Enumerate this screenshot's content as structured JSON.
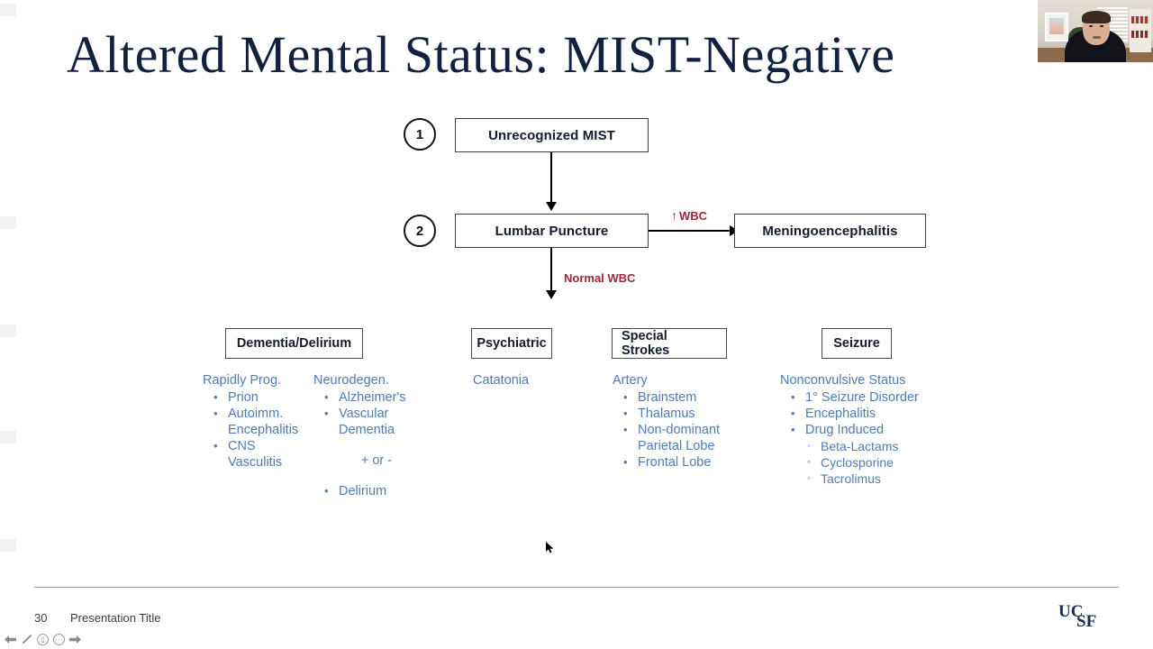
{
  "slide": {
    "title": "Altered Mental Status: MIST-Negative",
    "title_color": "#132040",
    "accent_blue": "#4f7cb3",
    "accent_red": "#9e2636"
  },
  "flow": {
    "steps": [
      {
        "number": "1",
        "label": "Unrecognized MIST"
      },
      {
        "number": "2",
        "label": "Lumbar Puncture"
      }
    ],
    "branch_node": "Meningoencephalitis",
    "edge_labels": {
      "elevated_wbc": "WBC",
      "elevated_wbc_arrow": "↑",
      "normal_wbc": "Normal WBC"
    }
  },
  "categories": [
    {
      "title": "Dementia/Delirium",
      "groups": [
        {
          "heading": "Rapidly Prog.",
          "items": [
            {
              "text": "Prion",
              "level": 1
            },
            {
              "text": "Autoimm.",
              "level": 1
            },
            {
              "text": "Encephalitis",
              "level": 1,
              "continuation": true
            },
            {
              "text": "CNS",
              "level": 1
            },
            {
              "text": "Vasculitis",
              "level": 1,
              "continuation": true
            }
          ]
        },
        {
          "heading": "Neurodegen.",
          "items": [
            {
              "text": "Alzheimer's",
              "level": 1
            },
            {
              "text": "Vascular",
              "level": 1
            },
            {
              "text": "Dementia",
              "level": 1,
              "continuation": true
            }
          ],
          "separator": "+ or -",
          "after": [
            {
              "text": "Delirium",
              "level": 1
            }
          ]
        }
      ]
    },
    {
      "title": "Psychiatric",
      "groups": [
        {
          "heading": "Catatonia",
          "items": []
        }
      ]
    },
    {
      "title": "Special Strokes",
      "groups": [
        {
          "heading": "Artery",
          "items": [
            {
              "text": "Brainstem",
              "level": 1
            },
            {
              "text": "Thalamus",
              "level": 1
            },
            {
              "text": "Non-dominant",
              "level": 1
            },
            {
              "text": "Parietal Lobe",
              "level": 1,
              "continuation": true
            },
            {
              "text": "Frontal Lobe",
              "level": 1
            }
          ]
        }
      ]
    },
    {
      "title": "Seizure",
      "groups": [
        {
          "heading": "Nonconvulsive Status",
          "items": [
            {
              "text": "1° Seizure Disorder",
              "level": 1
            },
            {
              "text": "Encephalitis",
              "level": 1
            },
            {
              "text": "Drug Induced",
              "level": 1
            },
            {
              "text": "Beta-Lactams",
              "level": 2
            },
            {
              "text": "Cyclosporine",
              "level": 2
            },
            {
              "text": "Tacrolimus",
              "level": 2
            }
          ]
        }
      ]
    }
  ],
  "footer": {
    "page_number": "30",
    "presentation_title": "Presentation Title",
    "logo": "UCSF"
  },
  "toolbar": {
    "items": [
      {
        "name": "previous-arrow-icon",
        "glyph": "◀"
      },
      {
        "name": "pen-icon",
        "glyph": "╱"
      },
      {
        "name": "screen-icon",
        "glyph": "▭"
      },
      {
        "name": "more-options-icon",
        "glyph": "···"
      },
      {
        "name": "next-arrow-icon",
        "glyph": "▶"
      }
    ]
  },
  "webcam": {
    "label": "presenter-video"
  }
}
